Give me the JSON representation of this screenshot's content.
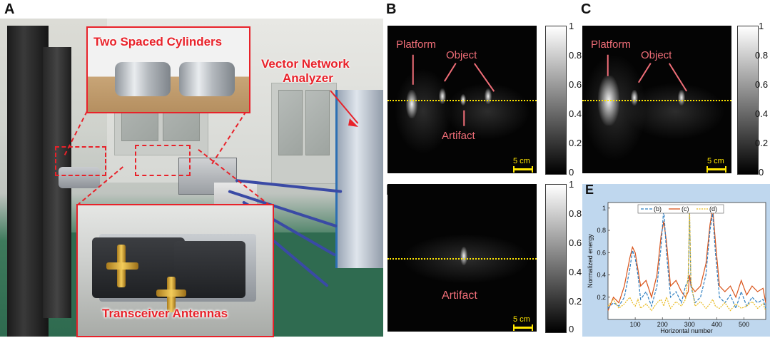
{
  "panels": {
    "a": {
      "letter": "A"
    },
    "b": {
      "letter": "B"
    },
    "c": {
      "letter": "C"
    },
    "d": {
      "letter": "D"
    },
    "e": {
      "letter": "E"
    }
  },
  "photo_labels": {
    "cylinders": "Two Spaced Cylinders",
    "vna_line1": "Vector Network",
    "vna_line2": "Analyzer",
    "antennas": "Transceiver Antennas"
  },
  "image_labels": {
    "platform": "Platform",
    "object": "Object",
    "artifact": "Artifact",
    "scale": "5 cm"
  },
  "colorbar_ticks": [
    "1",
    "0.8",
    "0.6",
    "0.4",
    "0.2",
    "0"
  ],
  "colors": {
    "accent_red": "#e8222a",
    "label_pink": "#f06e78",
    "scale_yellow": "#ffe600",
    "panel_e_bg": "#bfd7ee"
  },
  "chart_data": {
    "type": "line",
    "xlabel": "Horizontal number",
    "ylabel": "Normalized energy",
    "xlim": [
      0,
      580
    ],
    "ylim": [
      0,
      1.05
    ],
    "xticks": [
      100,
      200,
      300,
      400,
      500
    ],
    "yticks": [
      0.2,
      0.4,
      0.6,
      0.8,
      1
    ],
    "legend_position": "top",
    "series": [
      {
        "name": "(b)",
        "color": "#2f7fc1",
        "dash": "4,2",
        "x": [
          0,
          20,
          40,
          60,
          80,
          90,
          100,
          110,
          120,
          140,
          160,
          180,
          195,
          205,
          215,
          230,
          250,
          270,
          285,
          295,
          300,
          305,
          320,
          340,
          360,
          375,
          385,
          395,
          410,
          430,
          450,
          470,
          490,
          510,
          530,
          550,
          570,
          580
        ],
        "y": [
          0.1,
          0.15,
          0.12,
          0.2,
          0.45,
          0.62,
          0.55,
          0.4,
          0.18,
          0.25,
          0.12,
          0.3,
          0.65,
          1.0,
          0.6,
          0.2,
          0.25,
          0.15,
          0.3,
          0.35,
          0.95,
          0.3,
          0.15,
          0.2,
          0.4,
          0.8,
          0.95,
          0.6,
          0.2,
          0.15,
          0.22,
          0.1,
          0.25,
          0.12,
          0.2,
          0.15,
          0.18,
          0.1
        ]
      },
      {
        "name": "(c)",
        "color": "#d95319",
        "dash": "",
        "x": [
          0,
          20,
          40,
          60,
          80,
          90,
          100,
          110,
          120,
          140,
          160,
          180,
          195,
          205,
          215,
          230,
          250,
          270,
          285,
          295,
          300,
          305,
          320,
          340,
          360,
          375,
          385,
          395,
          410,
          430,
          450,
          470,
          490,
          510,
          530,
          550,
          570,
          580
        ],
        "y": [
          0.08,
          0.2,
          0.15,
          0.3,
          0.55,
          0.65,
          0.6,
          0.45,
          0.3,
          0.35,
          0.2,
          0.4,
          0.75,
          0.88,
          0.7,
          0.3,
          0.35,
          0.25,
          0.2,
          0.25,
          0.4,
          0.3,
          0.25,
          0.3,
          0.5,
          0.85,
          1.0,
          0.7,
          0.3,
          0.25,
          0.3,
          0.2,
          0.35,
          0.22,
          0.3,
          0.25,
          0.28,
          0.15
        ]
      },
      {
        "name": "(d)",
        "color": "#e8b81a",
        "dash": "2,1.5",
        "x": [
          0,
          20,
          40,
          60,
          80,
          90,
          100,
          110,
          120,
          140,
          160,
          180,
          195,
          205,
          215,
          230,
          250,
          270,
          285,
          295,
          300,
          305,
          320,
          340,
          360,
          375,
          385,
          395,
          410,
          430,
          450,
          470,
          490,
          510,
          530,
          550,
          570,
          580
        ],
        "y": [
          0.12,
          0.18,
          0.1,
          0.14,
          0.2,
          0.15,
          0.12,
          0.18,
          0.1,
          0.14,
          0.08,
          0.15,
          0.18,
          0.12,
          0.2,
          0.1,
          0.16,
          0.12,
          0.18,
          0.4,
          1.0,
          0.35,
          0.12,
          0.16,
          0.1,
          0.14,
          0.18,
          0.12,
          0.1,
          0.15,
          0.08,
          0.14,
          0.1,
          0.12,
          0.16,
          0.1,
          0.14,
          0.08
        ]
      }
    ]
  }
}
